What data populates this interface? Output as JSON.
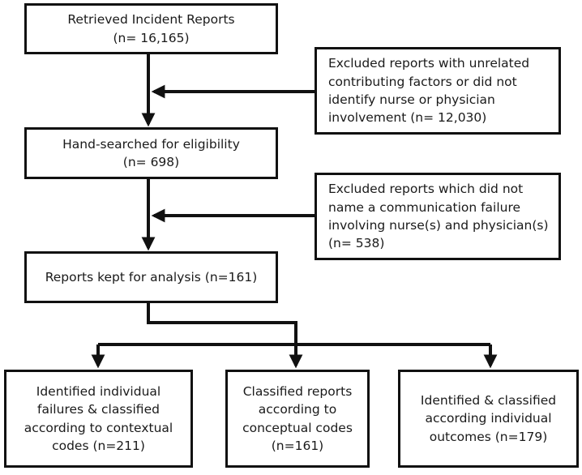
{
  "nodes": {
    "retrieved": {
      "lines": [
        "Retrieved Incident Reports",
        "(n= 16,165)"
      ]
    },
    "excluded_unrelated": {
      "lines": [
        "Excluded reports with unrelated",
        "contributing factors or did not",
        "identify nurse or physician",
        "involvement (n= 12,030)"
      ]
    },
    "hand_searched": {
      "lines": [
        "Hand-searched for eligibility",
        "(n= 698)"
      ]
    },
    "excluded_no_failure": {
      "lines": [
        "Excluded reports which did not",
        "name a communication failure",
        "involving nurse(s) and physician(s)",
        "(n= 538)"
      ]
    },
    "kept": {
      "lines": [
        "Reports kept for analysis (n=161)"
      ]
    },
    "individual_failures": {
      "lines": [
        "Identified individual",
        "failures & classified",
        "according to contextual",
        "codes (n=211)"
      ]
    },
    "conceptual": {
      "lines": [
        "Classified reports",
        "according to",
        "conceptual codes",
        "(n=161)"
      ]
    },
    "outcomes": {
      "lines": [
        "Identified & classified",
        "according individual",
        "outcomes (n=179)"
      ]
    }
  },
  "colors": {
    "stroke": "#111111",
    "background": "#ffffff",
    "text": "#1a1a1a"
  }
}
